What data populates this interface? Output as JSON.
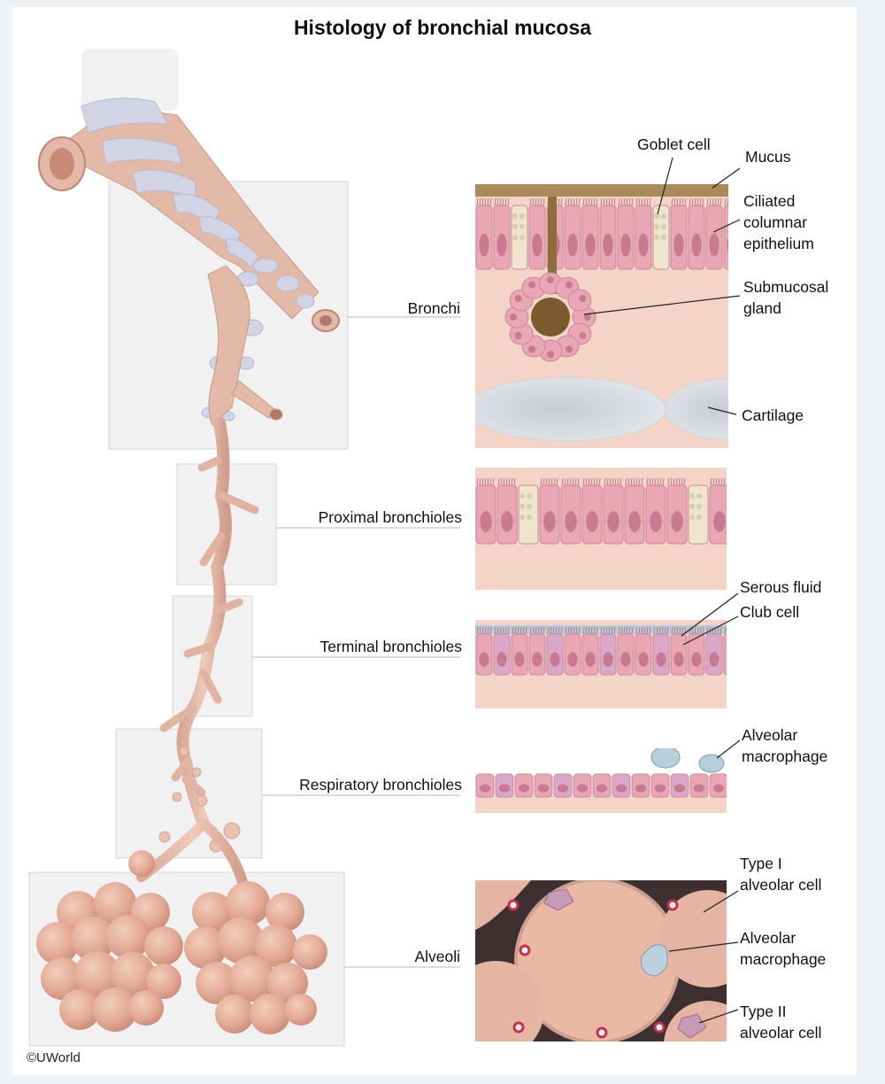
{
  "title": "Histology of bronchial mucosa",
  "copyright": "©UWorld",
  "regions": {
    "bronchi": "Bronchi",
    "proximal": "Proximal bronchioles",
    "terminal": "Terminal bronchioles",
    "respiratory": "Respiratory bronchioles",
    "alveoli": "Alveoli"
  },
  "callouts": {
    "goblet_cell": "Goblet cell",
    "mucus": "Mucus",
    "ciliated": [
      "Ciliated",
      "columnar",
      "epithelium"
    ],
    "submucosal": [
      "Submucosal",
      "gland"
    ],
    "cartilage": "Cartilage",
    "serous_fluid": "Serous fluid",
    "club_cell": "Club cell",
    "alveolar_macrophage_resp": [
      "Alveolar",
      "macrophage"
    ],
    "type1": [
      "Type I",
      "alveolar cell"
    ],
    "alveolar_macrophage_alv": [
      "Alveolar",
      "macrophage"
    ],
    "type2": [
      "Type II",
      "alveolar cell"
    ]
  },
  "colors": {
    "airway": "#e6bfae",
    "cartilage_ring": "#cfd0e3",
    "epithelium": "#e9a6b4",
    "nucleus": "#c77a92",
    "goblet": "#efe5cf",
    "stroma": "#f3d4c6",
    "mucus": "#9a7a4c",
    "serous": "#a9c9dc",
    "alveolus": "#e9b9a6"
  }
}
